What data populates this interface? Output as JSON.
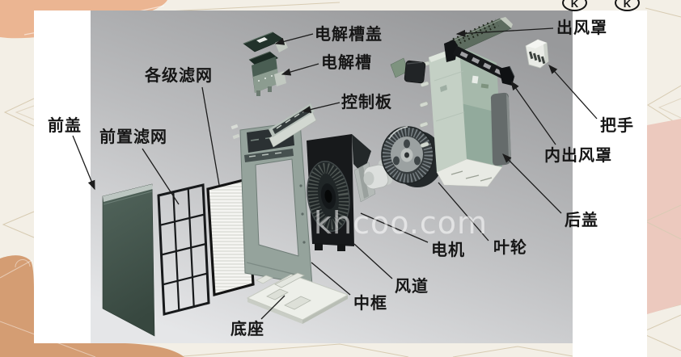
{
  "slide": {
    "watermark": "khcoo.com",
    "logo_letter": "K"
  },
  "diagram": {
    "type": "exploded-parts-diagram",
    "subject": "air purifier components",
    "labels": [
      {
        "id": "front-cover",
        "text": "前盖"
      },
      {
        "id": "pre-filter",
        "text": "前置滤网"
      },
      {
        "id": "filter-stages",
        "text": "各级滤网"
      },
      {
        "id": "electrolytic-tank-cover",
        "text": "电解槽盖"
      },
      {
        "id": "electrolytic-tank",
        "text": "电解槽"
      },
      {
        "id": "control-board",
        "text": "控制板"
      },
      {
        "id": "air-outlet-cover",
        "text": "出风罩"
      },
      {
        "id": "handle",
        "text": "把手"
      },
      {
        "id": "inner-air-outlet-cover",
        "text": "内出风罩"
      },
      {
        "id": "back-cover",
        "text": "后盖"
      },
      {
        "id": "impeller",
        "text": "叶轮"
      },
      {
        "id": "motor",
        "text": "电机"
      },
      {
        "id": "air-duct",
        "text": "风道"
      },
      {
        "id": "middle-frame",
        "text": "中框"
      },
      {
        "id": "base",
        "text": "底座"
      }
    ]
  },
  "colors": {
    "cream": "#f3efe6",
    "peach": "#ebb592",
    "tan": "#d49d73",
    "pink": "#ecc9be",
    "photoDark": "#98999b",
    "photoLight": "#e5e6e8",
    "coverTealTop": "#52655c",
    "coverTealBottom": "#37473f",
    "frameSage": "#95a39c",
    "boxSage": "#c4d0c5",
    "partDark": "#17191b",
    "labelText": "#161616",
    "leaderLine": "#1c1c1c",
    "decoLine": "#d7cbb2"
  }
}
